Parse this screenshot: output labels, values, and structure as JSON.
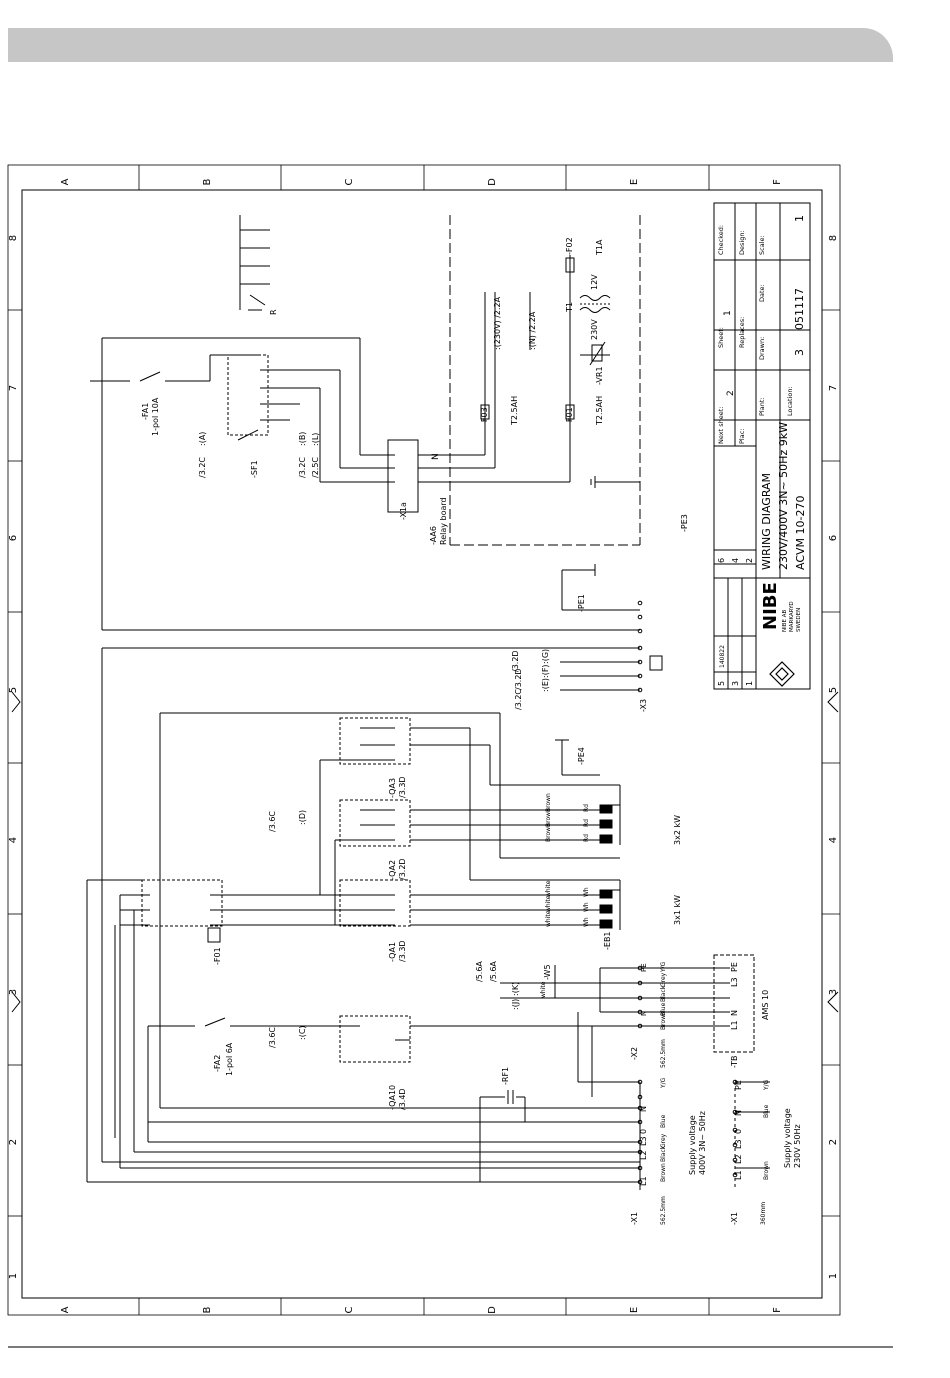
{
  "grid": {
    "letters": [
      "A",
      "B",
      "C",
      "D",
      "E",
      "F"
    ],
    "numbers": [
      "8",
      "7",
      "6",
      "5",
      "4",
      "3",
      "2",
      "1"
    ]
  },
  "title_block": {
    "drawing_title": "WIRING DIAGRAM",
    "drawing_subtitle": "230V/400V 3N~ 50Hz 9kW",
    "product": "ACVM 10-270",
    "company_name": "NIBE AB",
    "company_city": "MARKARYD",
    "company_country": "SWEDEN",
    "logo_text": "NIBE",
    "logo_code": "140822",
    "rev_numbers": [
      "6",
      "4",
      "2",
      "5",
      "3",
      "1"
    ],
    "checked_label": "Checked:",
    "design_label": "Design:",
    "scale_label": "Scale:",
    "scale_value": "1",
    "date_label": "Date:",
    "date_value": "051117",
    "drawn_label": "Drawn:",
    "drawn_value": "3",
    "replaces_label": "Replaces:",
    "sheet_label": "Sheet:",
    "sheet_value": "1",
    "next_sheet_label": "Next sheet:",
    "next_sheet_value": "2",
    "place_label": "Plac:",
    "plant_label": "Plant:",
    "location_label": "Location:"
  },
  "labels": {
    "fa1": "-FA1",
    "fa1_spec": "1-pol 10A",
    "sf1": "-SF1",
    "sf1_a": "/3.2C",
    "sf1_b": "/3.2C",
    "sf1_c": "/2.5C",
    "sf1_ta": ":(A)",
    "sf1_tb": ":(B)",
    "sf1_tl": ":(L)",
    "relay_r": "R",
    "f03": "-F03",
    "f03_rating": "T2.5AH",
    "f01_fuse": "-F01",
    "f01_fuse_rating": "T2.5AH",
    "feed_230": ":(230V) /2.2A",
    "feed_n": ":(N) /2.2A",
    "t1": "-T1",
    "t1_230": "230V",
    "t1_12": "12V",
    "vr1": "-VR1",
    "f02": "-F02",
    "f02_rating": "T1A",
    "x1a": "-X1a",
    "aa6": "-AA6",
    "relay_board": "Relay board",
    "pe3": "-PE3",
    "pe1": "-PE1",
    "pe4": "-PE4",
    "x3": "-X3",
    "x3_ref1": "/3.2D",
    "x3_ref2": "/3.2D",
    "x3_ref3": "/3.2C",
    "x3_t1": ":(G)",
    "x3_t2": ":(F)",
    "x3_t3": ":(E)",
    "qa3": "-QA3",
    "qa3_ref": "/3.3D",
    "qa2": "-QA2",
    "qa2_ref": "/3.2D",
    "qa2_cross": "/3.6C",
    "qa2_tag": ":(D)",
    "qa1": "-QA1",
    "qa1_ref": "/3.3D",
    "f01_mcb": "-F01",
    "eb1": "-EB1",
    "kw2": "3x2 kW",
    "kw1": "3x1 kW",
    "w5": "-W5",
    "w5_ref1": "/5.6A",
    "w5_ref2": "/5.6A",
    "w5_t1": ":(K)",
    "w5_t2": ":(J)",
    "white": "white",
    "fa2": "-FA2",
    "fa2_spec": "1-pol 6A",
    "qa10": "-QA10",
    "qa10_ref": "/3.4D",
    "qa10_cross": "/3.6C",
    "qa10_tag": ":(C)",
    "x2": "-X2",
    "x2_len": "562.5mm",
    "tb": "-TB",
    "ams": "AMS 10",
    "rf1": "-RF1",
    "x1": "-X1",
    "x1_len": "562.5mm",
    "supply_3ph_a": "Supply voltage",
    "supply_3ph_b": "400V 3N~ 50Hz",
    "x1b": "-X1",
    "x1b_len": "360mm",
    "supply_1ph_a": "Supply voltage",
    "supply_1ph_b": "230V 50Hz",
    "wire_colors": {
      "brown": "Brown",
      "blue": "Blue",
      "grey": "Grey",
      "black": "Black",
      "yg": "Y/G",
      "rd": "Rd",
      "wh": "Wh"
    },
    "terminals": {
      "pe": "PE",
      "n": "N",
      "l1": "L1",
      "l2": "L2",
      "l3": "L3",
      "zero": "0"
    }
  }
}
